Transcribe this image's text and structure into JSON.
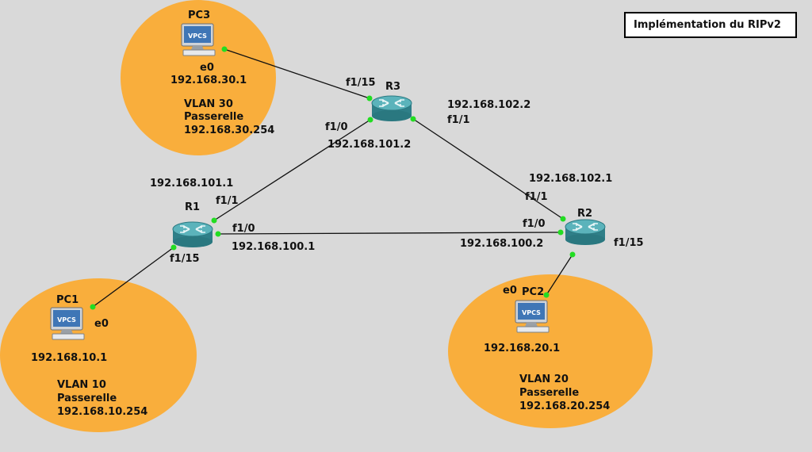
{
  "title": "Implémentation du RIPv2",
  "colors": {
    "background": "#d9d9d9",
    "zone": "#f9ae3c",
    "router": "#3d8e96",
    "link_dot": "#22dd22",
    "link": "#111111"
  },
  "devices": {
    "pc3": {
      "name": "PC3",
      "screen_label": "VPCS",
      "icon": "pc-icon"
    },
    "pc1": {
      "name": "PC1",
      "screen_label": "VPCS",
      "icon": "pc-icon"
    },
    "pc2": {
      "name": "PC2",
      "screen_label": "VPCS",
      "icon": "pc-icon"
    },
    "r1": {
      "name": "R1",
      "icon": "router-icon"
    },
    "r2": {
      "name": "R2",
      "icon": "router-icon"
    },
    "r3": {
      "name": "R3",
      "icon": "router-icon"
    }
  },
  "zones": {
    "vlan30": {
      "ip": "192.168.30.1",
      "vlan": "VLAN 30",
      "gw_label": "Passerelle",
      "gw": "192.168.30.254"
    },
    "vlan10": {
      "ip": "192.168.10.1",
      "vlan": "VLAN 10",
      "gw_label": "Passerelle",
      "gw": "192.168.10.254"
    },
    "vlan20": {
      "ip": "192.168.20.1",
      "vlan": "VLAN 20",
      "gw_label": "Passerelle",
      "gw": "192.168.20.254"
    }
  },
  "links": {
    "pc3_r3": {
      "pc_port": "e0",
      "router_port": "f1/15"
    },
    "r3_r1": {
      "r3_port": "f1/0",
      "r3_ip": "192.168.101.2",
      "r1_port": "f1/1",
      "r1_ip": "192.168.101.1"
    },
    "r3_r2": {
      "r3_ip": "192.168.102.2",
      "r3_port": "f1/1",
      "r2_ip": "192.168.102.1",
      "r2_port": "f1/1"
    },
    "r1_r2": {
      "r1_port": "f1/0",
      "r1_ip": "192.168.100.1",
      "r2_port": "f1/0",
      "r2_ip": "192.168.100.2"
    },
    "r1_pc1": {
      "router_port": "f1/15",
      "pc_port": "e0"
    },
    "r2_pc2": {
      "router_port": "f1/15",
      "pc_port": "e0"
    }
  }
}
